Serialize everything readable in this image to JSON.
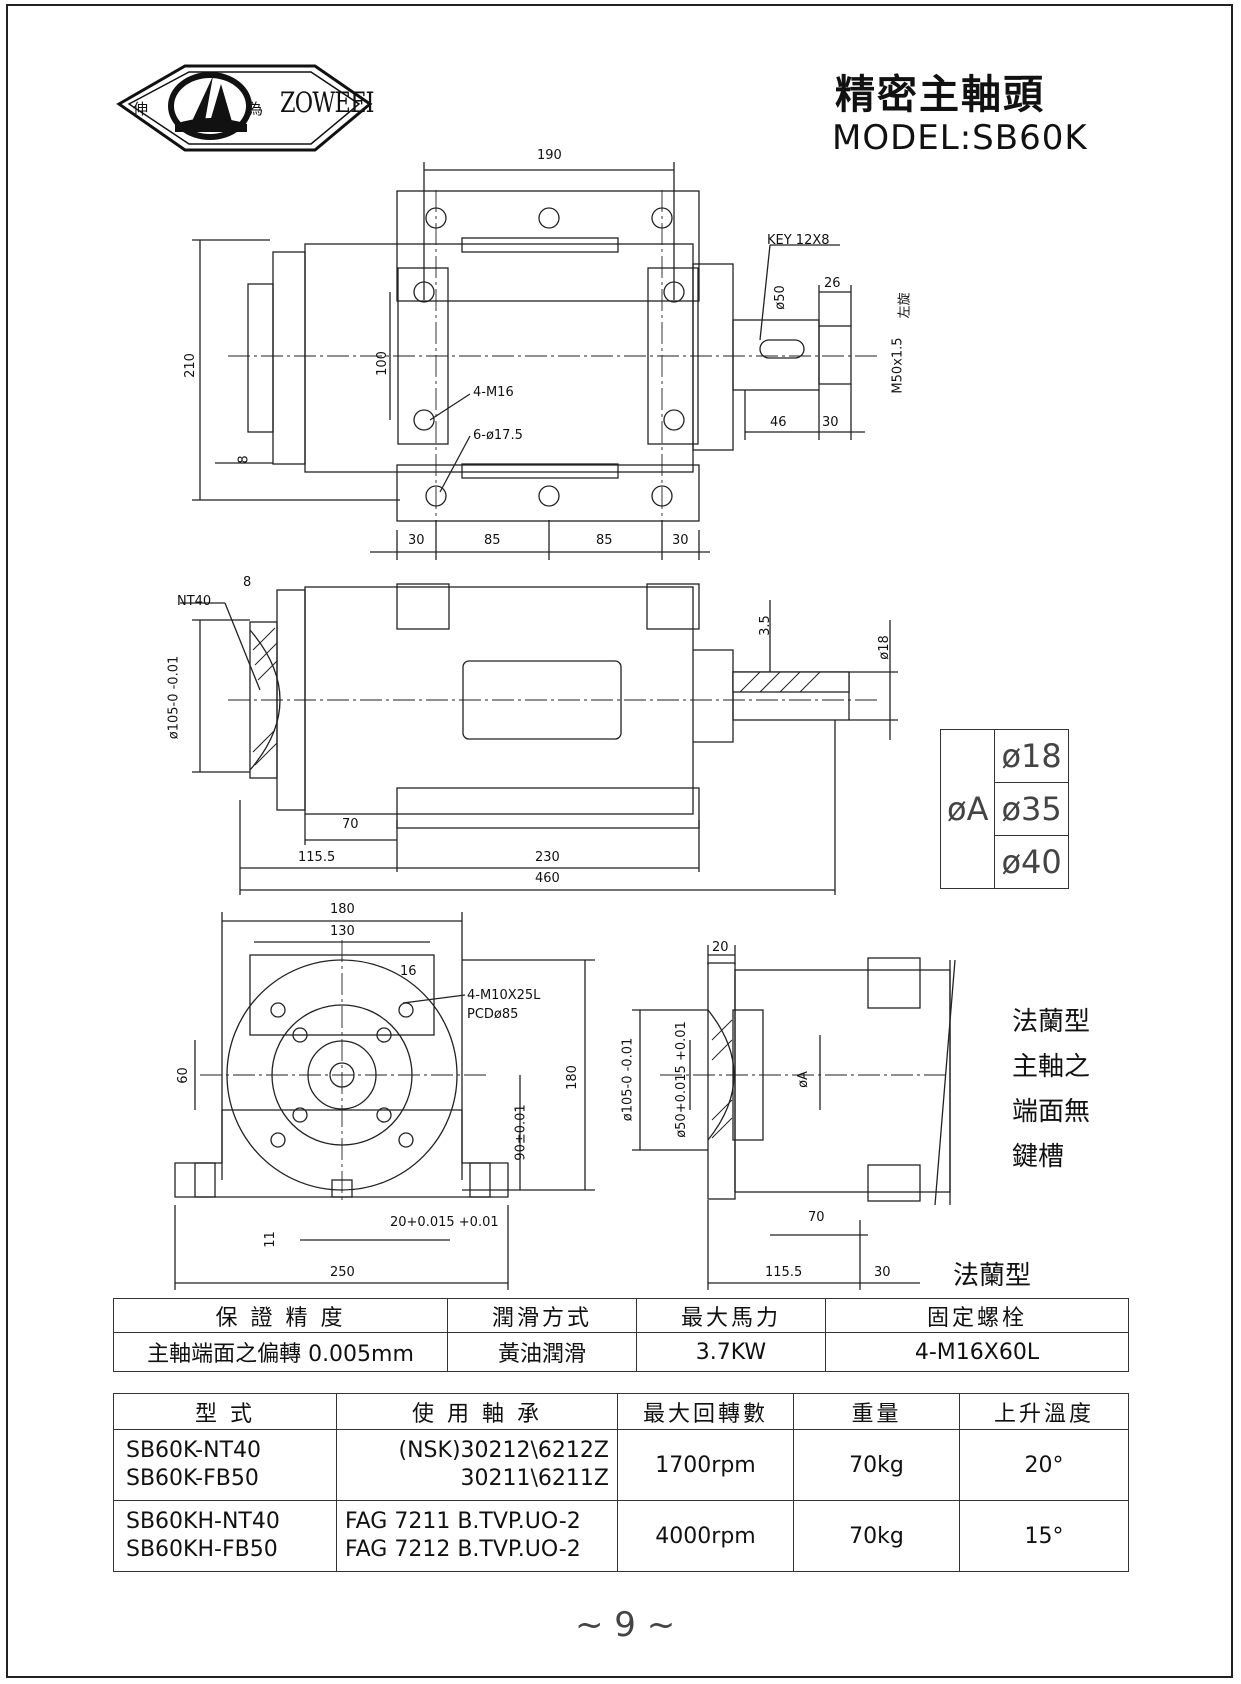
{
  "brand": {
    "name": "ZOWEEI",
    "logo_chars": [
      "伸",
      "為"
    ]
  },
  "title": {
    "chinese": "精密主軸頭",
    "model": "MODEL:SB60K"
  },
  "drawing": {
    "top_view": {
      "d190": "190",
      "d210": "210",
      "d100": "100",
      "d8": "8",
      "key": "KEY 12X8",
      "phi50": "ø50",
      "d26": "26",
      "thread": "M50x1.5",
      "thread_dir": "左旋",
      "bolt_note": "4-M16",
      "hole_note": "6-ø17.5",
      "d46": "46",
      "d30r": "30",
      "bottom_dims": [
        "30",
        "85",
        "85",
        "30"
      ]
    },
    "side_view": {
      "nt40": "NT40",
      "d8": "8",
      "phi105": "ø105-0 -0.01",
      "d35": "3.5",
      "phi18": "ø18",
      "d70": "70",
      "d115": "115.5",
      "d230": "230",
      "d460": "460"
    },
    "front_view": {
      "d180w": "180",
      "d130": "130",
      "d16": "16",
      "screw_note": "4-M10X25L",
      "pcd": "PCDø85",
      "d60": "60",
      "d90": "90±0.01",
      "d180h": "180",
      "d11": "11",
      "d20": "20+0.015 +0.01",
      "d250": "250"
    },
    "flange_view": {
      "d20": "20",
      "phi105": "ø105-0 -0.01",
      "phi50": "ø50+0.015 +0.01",
      "phiA": "øA",
      "d70": "70",
      "d115": "115.5",
      "d30": "30"
    }
  },
  "dia_table": {
    "label": "øA",
    "values": [
      "ø18",
      "ø35",
      "ø40"
    ]
  },
  "side_note": [
    "法蘭型",
    "主軸之",
    "端面無",
    "鍵槽"
  ],
  "flange_label": "法蘭型",
  "spec_table": {
    "headers": [
      "保 證 精 度",
      "潤滑方式",
      "最大馬力",
      "固定螺栓"
    ],
    "row": [
      "主軸端面之偏轉 0.005mm",
      "黃油潤滑",
      "3.7KW",
      "4-M16X60L"
    ]
  },
  "model_table": {
    "headers": [
      "型 式",
      "使 用 軸 承",
      "最大回轉數",
      "重量",
      "上升溫度"
    ],
    "rows": [
      {
        "models": [
          "SB60K-NT40",
          "SB60K-FB50"
        ],
        "bearings": [
          "(NSK)30212\\6212Z",
          "30211\\6211Z"
        ],
        "rpm": "1700rpm",
        "weight": "70kg",
        "temp": "20°"
      },
      {
        "models": [
          "SB60KH-NT40",
          "SB60KH-FB50"
        ],
        "bearings": [
          "FAG 7211 B.TVP.UO-2",
          "FAG 7212 B.TVP.UO-2"
        ],
        "rpm": "4000rpm",
        "weight": "70kg",
        "temp": "15°"
      }
    ]
  },
  "page_number": "~ 9 ~"
}
